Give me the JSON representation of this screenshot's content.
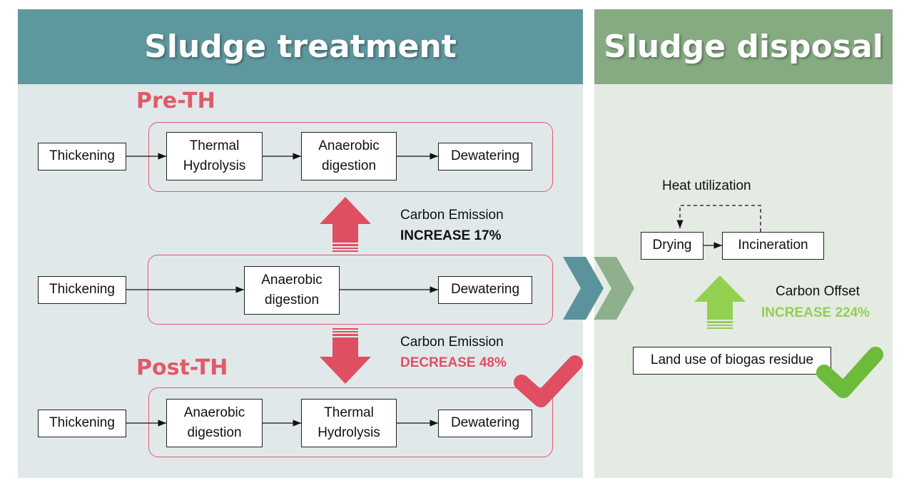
{
  "colors": {
    "treatment_header": "#5f979e",
    "treatment_panel": "#e0e8ea",
    "disposal_header": "#86ab82",
    "disposal_panel": "#e4ebe3",
    "red": "#e04e62",
    "green": "#7ac143",
    "green_light": "#92d050"
  },
  "treatment": {
    "title": "Sludge treatment",
    "pre_th": {
      "label": "Pre-TH",
      "steps": [
        "Thickening",
        "Thermal\nHydrolysis",
        "Anaerobic\ndigestion",
        "Dewatering"
      ]
    },
    "baseline": {
      "steps": [
        "Thickening",
        "Anaerobic\ndigestion",
        "Dewatering"
      ]
    },
    "post_th": {
      "label": "Post-TH",
      "steps": [
        "Thickening",
        "Anaerobic\ndigestion",
        "Thermal\nHydrolysis",
        "Dewatering"
      ]
    },
    "increase_note": {
      "label": "Carbon Emission",
      "value": "INCREASE 17%"
    },
    "decrease_note": {
      "label": "Carbon Emission",
      "value": "DECREASE 48%"
    }
  },
  "disposal": {
    "title": "Sludge disposal",
    "heat_label": "Heat utilization",
    "steps": [
      "Drying",
      "Incineration"
    ],
    "land_use": "Land use of biogas residue",
    "offset_note": {
      "label": "Carbon Offset",
      "value": "INCREASE 224%"
    }
  },
  "icons": {
    "up_arrow": "up-arrow-icon",
    "down_arrow": "down-arrow-icon",
    "chevron": "double-chevron-icon",
    "check_red": "checkmark-icon",
    "check_green": "checkmark-icon"
  }
}
